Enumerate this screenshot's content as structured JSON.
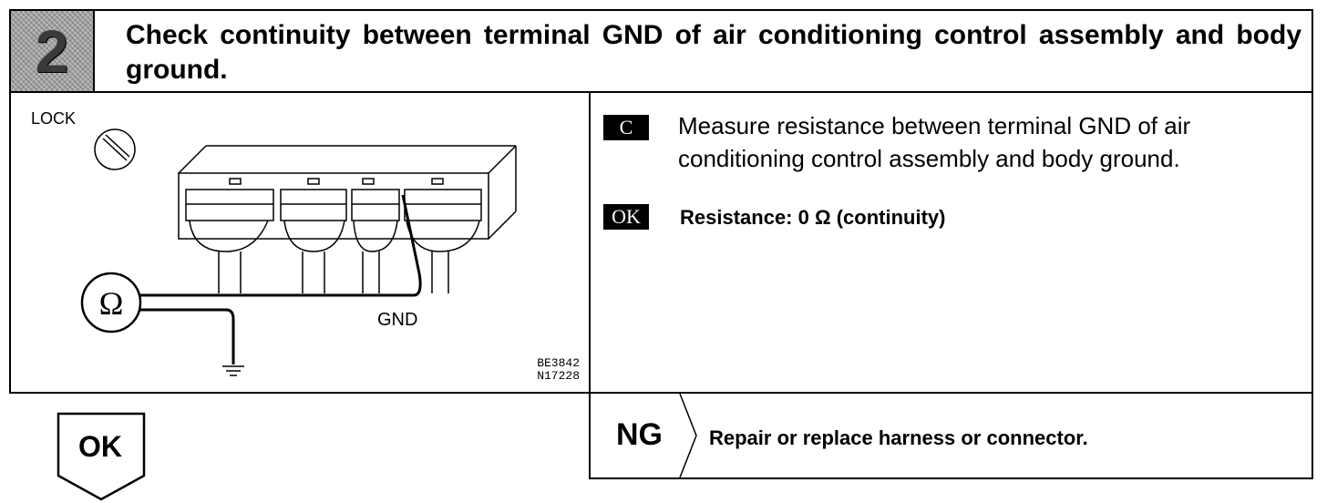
{
  "step": {
    "number": "2",
    "title": "Check continuity between terminal GND of air conditioning control assembly and body ground."
  },
  "figure": {
    "lock_label": "LOCK",
    "gnd_label": "GND",
    "ohm_symbol": "Ω",
    "code_line1": "BE3842",
    "code_line2": "N17228"
  },
  "check": {
    "tag": "C",
    "instruction": "Measure resistance between terminal GND of air conditioning control assembly and body ground."
  },
  "ok_result": {
    "tag": "OK",
    "text": "Resistance: 0 Ω (continuity)"
  },
  "ng": {
    "label": "NG",
    "action": "Repair or replace harness or connector."
  },
  "next": {
    "label": "OK"
  }
}
